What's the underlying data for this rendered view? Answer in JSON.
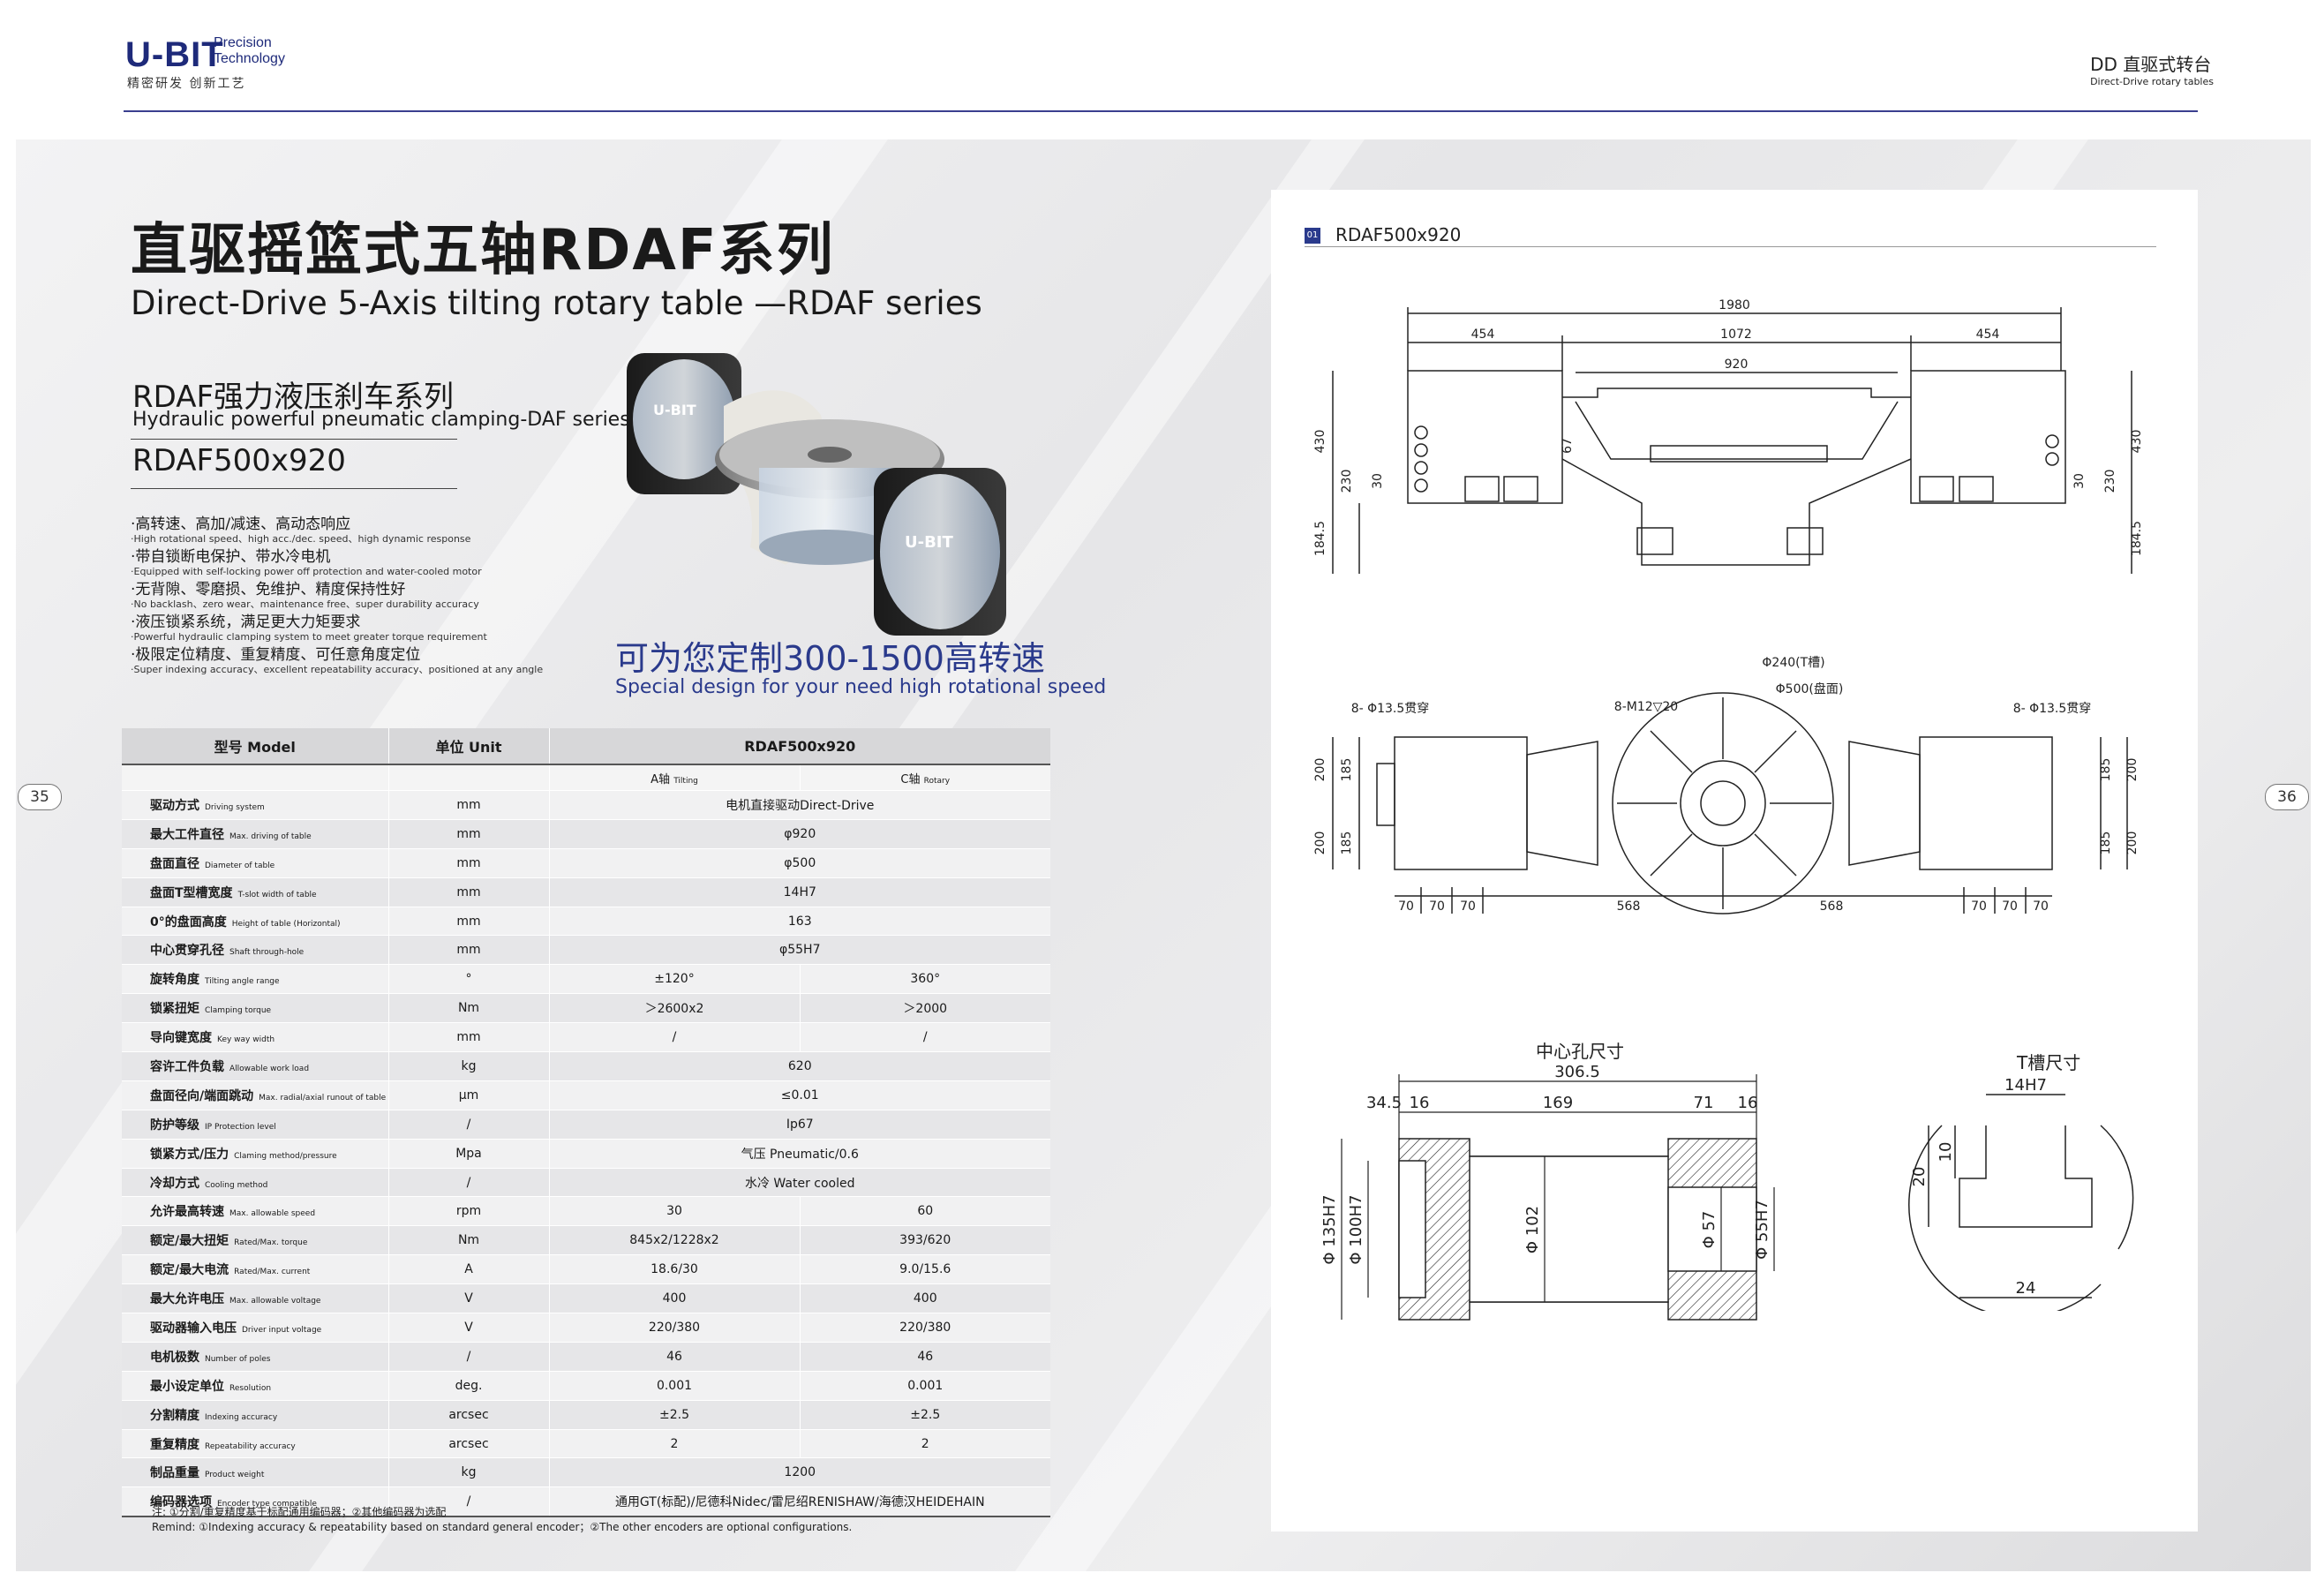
{
  "header": {
    "logo_text": "U-BIT",
    "logo_sub": "Precision Technology",
    "slogan": "精密研发 创新工艺",
    "section_cn": "DD 直驱式转台",
    "section_en": "Direct-Drive rotary tables"
  },
  "page_numbers": {
    "left": "35",
    "right": "36"
  },
  "title": {
    "cn": "直驱摇篮式五轴RDAF系列",
    "en": "Direct-Drive 5-Axis tilting rotary table —RDAF series"
  },
  "subtitle": {
    "cn": "RDAF强力液压刹车系列",
    "en": "Hydraulic powerful pneumatic clamping-DAF series",
    "model": "RDAF500x920"
  },
  "features": [
    {
      "cn": "·高转速、高加/减速、高动态响应",
      "en": "·High rotational speed、high acc./dec. speed、high dynamic response"
    },
    {
      "cn": "·带自锁断电保护、带水冷电机",
      "en": "·Equipped with self-locking power off protection and water-cooled motor"
    },
    {
      "cn": "·无背隙、零磨损、免维护、精度保持性好",
      "en": "·No backlash、zero wear、maintenance free、super durability accuracy"
    },
    {
      "cn": "·液压锁紧系统，满足更大力矩要求",
      "en": "·Powerful hydraulic clamping system to meet greater torque requirement"
    },
    {
      "cn": "·极限定位精度、重复精度、可任意角度定位",
      "en": "·Super indexing accuracy、excellent repeatability accuracy、positioned at any angle"
    }
  ],
  "product_label": "U-BIT",
  "custom_slogan": {
    "cn": "可为您定制300-1500高转速",
    "en": "Special design for your need high rotational speed"
  },
  "table": {
    "headers": {
      "model": "型号 Model",
      "unit": "单位 Unit",
      "value": "RDAF500x920"
    },
    "axis_a": "A轴",
    "axis_a_en": "Tilting",
    "axis_c": "C轴",
    "axis_c_en": "Rotary",
    "rows": [
      {
        "cn": "驱动方式",
        "en": "Driving system",
        "unit": "mm",
        "merged": "电机直接驱动Direct-Drive"
      },
      {
        "cn": "最大工件直径",
        "en": "Max. driving of table",
        "unit": "mm",
        "merged": "φ920"
      },
      {
        "cn": "盘面直径",
        "en": "Diameter of table",
        "unit": "mm",
        "merged": "φ500"
      },
      {
        "cn": "盘面T型槽宽度",
        "en": "T-slot width of table",
        "unit": "mm",
        "merged": "14H7"
      },
      {
        "cn": "0°的盘面高度",
        "en": "Height of table (Horizontal)",
        "unit": "mm",
        "merged": "163"
      },
      {
        "cn": "中心贯穿孔径",
        "en": "Shaft through-hole",
        "unit": "mm",
        "merged": "φ55H7"
      },
      {
        "cn": "旋转角度",
        "en": "Tilting angle range",
        "unit": "°",
        "a": "±120°",
        "c": "360°"
      },
      {
        "cn": "锁紧扭矩",
        "en": "Clamping torque",
        "unit": "Nm",
        "a": "＞2600x2",
        "c": "＞2000"
      },
      {
        "cn": "导向键宽度",
        "en": "Key way width",
        "unit": "mm",
        "a": "/",
        "c": "/"
      },
      {
        "cn": "容许工件负载",
        "en": "Allowable work load",
        "unit": "kg",
        "merged": "620"
      },
      {
        "cn": "盘面径向/端面跳动",
        "en": "Max. radial/axial runout of table",
        "unit": "μm",
        "merged": "≤0.01"
      },
      {
        "cn": "防护等级",
        "en": "IP Protection level",
        "unit": "/",
        "merged": "Ip67"
      },
      {
        "cn": "锁紧方式/压力",
        "en": "Claming method/pressure",
        "unit": "Mpa",
        "merged": "气压 Pneumatic/0.6"
      },
      {
        "cn": "冷却方式",
        "en": "Cooling method",
        "unit": "/",
        "merged": "水冷 Water cooled"
      },
      {
        "cn": "允许最高转速",
        "en": "Max. allowable speed",
        "unit": "rpm",
        "a": "30",
        "c": "60"
      },
      {
        "cn": "额定/最大扭矩",
        "en": "Rated/Max. torque",
        "unit": "Nm",
        "a": "845x2/1228x2",
        "c": "393/620"
      },
      {
        "cn": "额定/最大电流",
        "en": "Rated/Max. current",
        "unit": "A",
        "a": "18.6/30",
        "c": "9.0/15.6"
      },
      {
        "cn": "最大允许电压",
        "en": "Max. allowable voltage",
        "unit": "V",
        "a": "400",
        "c": "400"
      },
      {
        "cn": "驱动器输入电压",
        "en": "Driver input voltage",
        "unit": "V",
        "a": "220/380",
        "c": "220/380"
      },
      {
        "cn": "电机极数",
        "en": "Number of poles",
        "unit": "/",
        "a": "46",
        "c": "46"
      },
      {
        "cn": "最小设定单位",
        "en": "Resolution",
        "unit": "deg.",
        "a": "0.001",
        "c": "0.001"
      },
      {
        "cn": "分割精度",
        "en": "Indexing accuracy",
        "unit": "arcsec",
        "a": "±2.5",
        "c": "±2.5"
      },
      {
        "cn": "重复精度",
        "en": "Repeatability accuracy",
        "unit": "arcsec",
        "a": "2",
        "c": "2"
      },
      {
        "cn": "制品重量",
        "en": "Product weight",
        "unit": "kg",
        "merged": "1200"
      },
      {
        "cn": "编码器选项",
        "en": "Encoder type compatible",
        "unit": "/",
        "merged": "通用GT(标配)/尼德科Nidec/雷尼绍RENISHAW/海德汉HEIDEHAIN"
      }
    ]
  },
  "notes": {
    "cn": "注: ①分割/重复精度基于标配通用编码器；②其他编码器为选配",
    "en": "Remind: ①Indexing accuracy & repeatability based on standard general encoder；②The other encoders are optional configurations."
  },
  "drawing": {
    "tag": "01",
    "model": "RDAF500x920",
    "front": {
      "overall": "1980",
      "left": "454",
      "mid": "1072",
      "right": "454",
      "inner": "920",
      "h430l": "430",
      "h230l": "230",
      "h30l": "30",
      "h184": "184.5",
      "h67": "67",
      "h430r": "430",
      "h230r": "230",
      "h30r": "30",
      "h184r": "184.5"
    },
    "top": {
      "bolt_l": "8- Φ13.5贯穿",
      "bolt_r": "8- Φ13.5贯穿",
      "m12": "8-M12▽20",
      "d240": "Φ240(T槽)",
      "d500": "Φ500(盘面)",
      "h200a": "200",
      "h185a": "185",
      "h200b": "200",
      "h185b": "185",
      "h185c": "185",
      "h200c": "200",
      "h185d": "185",
      "h200d": "200",
      "d70": "70",
      "d568": "568"
    },
    "hole": {
      "title": "中心孔尺寸",
      "len": "306.5",
      "a": "34.5",
      "b": "16",
      "c": "169",
      "d": "71",
      "e": "16",
      "d135": "Φ 135H7",
      "d100": "Φ 100H7",
      "d102": "Φ 102",
      "d57": "Φ 57",
      "d55": "Φ 55H7"
    },
    "tslot": {
      "title": "T槽尺寸",
      "w": "14H7",
      "h10": "10",
      "h20": "20",
      "w24": "24"
    }
  }
}
